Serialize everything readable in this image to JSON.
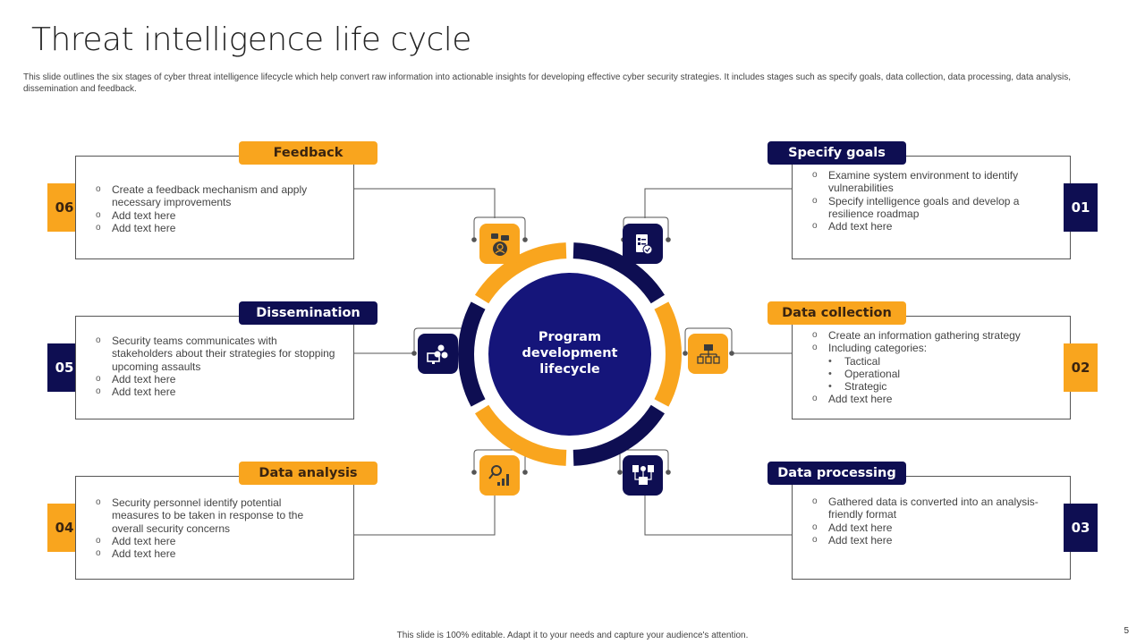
{
  "title": "Threat intelligence life cycle",
  "subtitle": "This slide outlines the six stages of cyber threat intelligence lifecycle which help convert raw information into actionable insights for developing effective cyber security strategies. It includes stages such as specify goals, data collection, data processing, data analysis, dissemination and feedback.",
  "center": {
    "label": "Program development lifecycle",
    "lines": [
      "Program",
      "development",
      "lifecycle"
    ]
  },
  "colors": {
    "orange": "#f9a51e",
    "navy": "#0e0e52",
    "center_navy": "#15157a"
  },
  "stages": [
    {
      "number": "01",
      "title": "Specify goals",
      "color": "navy",
      "icon": "checklist-gear-icon",
      "bullets": [
        {
          "text": "Examine system environment to identify vulnerabilities",
          "level": 1
        },
        {
          "text": "Specify intelligence goals and develop a resilience roadmap",
          "level": 1
        },
        {
          "text": "Add text here",
          "level": 1
        }
      ]
    },
    {
      "number": "02",
      "title": "Data collection",
      "color": "orange",
      "icon": "folder-network-icon",
      "bullets": [
        {
          "text": "Create an information gathering strategy",
          "level": 1
        },
        {
          "text": "Including categories:",
          "level": 1
        },
        {
          "text": "Tactical",
          "level": 2
        },
        {
          "text": "Operational",
          "level": 2
        },
        {
          "text": "Strategic",
          "level": 2
        },
        {
          "text": "Add text here",
          "level": 1
        }
      ]
    },
    {
      "number": "03",
      "title": "Data processing",
      "color": "navy",
      "icon": "server-flow-icon",
      "bullets": [
        {
          "text": "Gathered data is converted into an analysis-friendly format",
          "level": 1
        },
        {
          "text": "Add text here",
          "level": 1
        },
        {
          "text": "Add text here",
          "level": 1
        }
      ]
    },
    {
      "number": "04",
      "title": "Data analysis",
      "color": "orange",
      "icon": "magnifier-chart-icon",
      "bullets": [
        {
          "text": "Security personnel identify potential measures to be taken in response to the overall security concerns",
          "level": 1
        },
        {
          "text": "Add text here",
          "level": 1
        },
        {
          "text": "Add text here",
          "level": 1
        }
      ]
    },
    {
      "number": "05",
      "title": "Dissemination",
      "color": "navy",
      "icon": "monitor-people-icon",
      "bullets": [
        {
          "text": "Security teams communicates with stakeholders about their strategies for stopping upcoming assaults",
          "level": 1
        },
        {
          "text": "Add text here",
          "level": 1
        },
        {
          "text": "Add text here",
          "level": 1
        }
      ]
    },
    {
      "number": "06",
      "title": "Feedback",
      "color": "orange",
      "icon": "person-chat-icon",
      "bullets": [
        {
          "text": "Create a feedback mechanism and apply necessary improvements",
          "level": 1
        },
        {
          "text": "Add text here",
          "level": 1
        },
        {
          "text": "Add text here",
          "level": 1
        }
      ]
    }
  ],
  "footer": "This slide is 100% editable. Adapt it to your needs and capture your audience's attention.",
  "page_number": "5"
}
